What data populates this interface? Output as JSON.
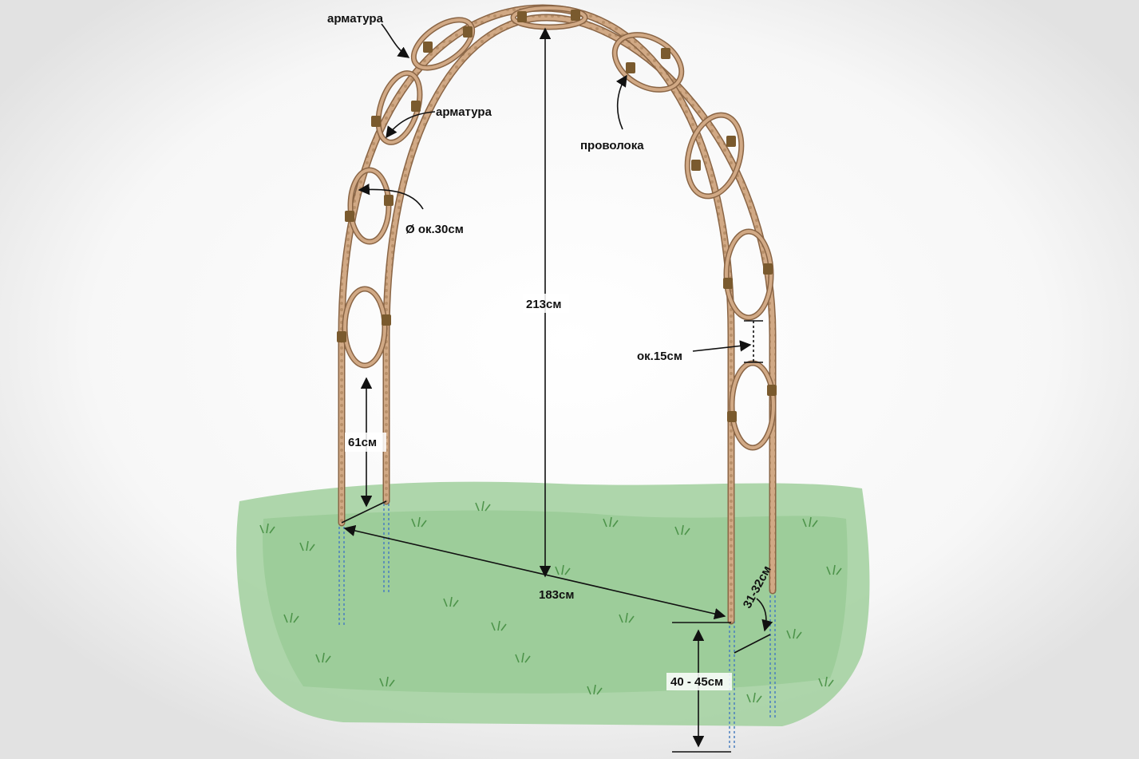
{
  "labels": {
    "rebar_top": "арматура",
    "rebar_ring": "арматура",
    "wire": "проволока",
    "ring_diameter": "Ø ок.30см",
    "height": "213см",
    "ring_gap": "ок.15см",
    "bottom_clearance": "61см",
    "width": "183см",
    "depth": "31-32см",
    "ground_depth": "40 - 45см"
  },
  "colors": {
    "background": "#e9e9e9",
    "grass": "#9ccf9a",
    "rebar": "#c9a07a",
    "rebar_edge": "#8a6545",
    "wire": "#7a5a2e",
    "underground": "#4a7fbf",
    "dimension": "#111111"
  }
}
